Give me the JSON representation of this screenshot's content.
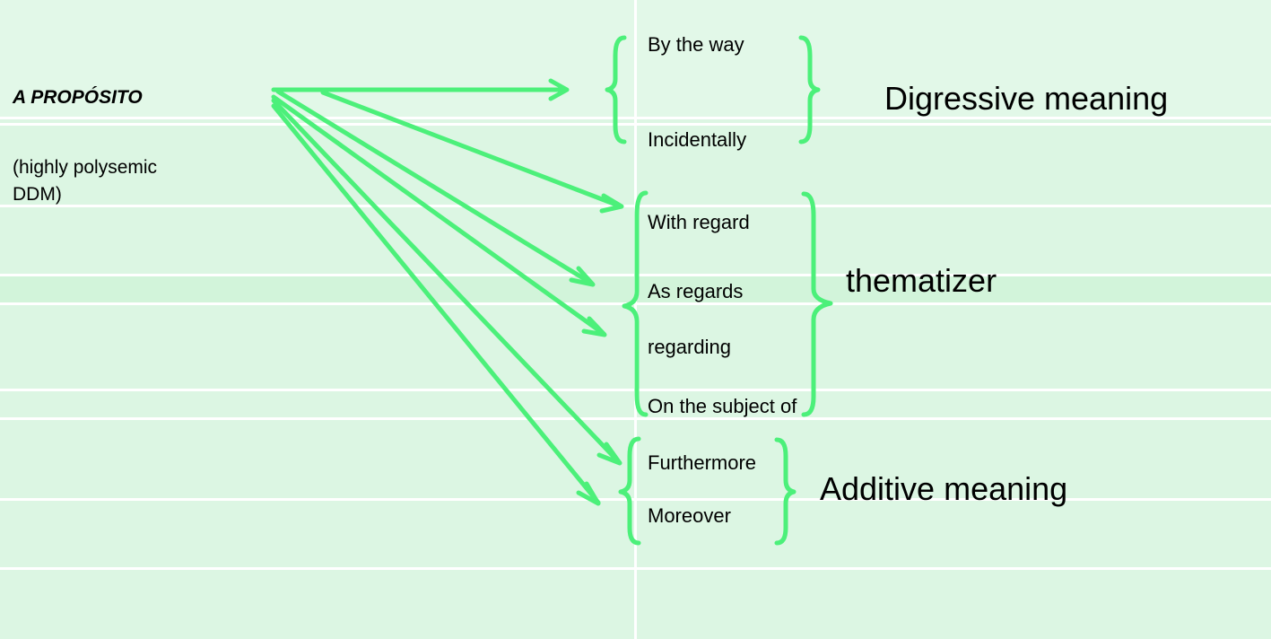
{
  "headword": "A PROPÓSITO",
  "note": "(highly polysemic DDM)",
  "groups": [
    {
      "meaning": "Digressive meaning",
      "terms": [
        "By the way",
        "Incidentally"
      ]
    },
    {
      "meaning": "thematizer",
      "terms": [
        "With regard",
        "As regards",
        "regarding",
        "On the subject of"
      ]
    },
    {
      "meaning": "Additive meaning",
      "terms": [
        "Furthermore",
        "Moreover"
      ]
    }
  ],
  "colors": {
    "background": "#dcf6e3",
    "arrow": "#4cf07a",
    "grid": "#ffffff",
    "text": "#000000"
  }
}
